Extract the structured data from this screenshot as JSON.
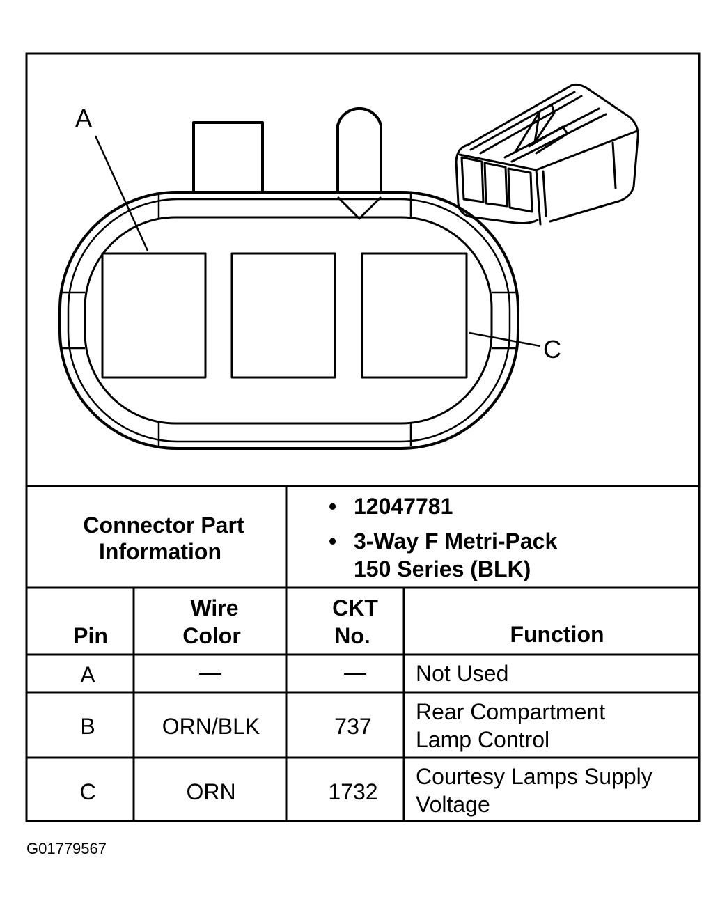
{
  "diagram": {
    "callout_a": "A",
    "callout_c": "C"
  },
  "part_info": {
    "label_line1": "Connector Part",
    "label_line2": "Information",
    "bullet": "•",
    "part_number": "12047781",
    "description_line1": "3-Way F Metri-Pack",
    "description_line2": "150 Series (BLK)"
  },
  "table": {
    "headers": {
      "pin": "Pin",
      "wire_color_line1": "Wire",
      "wire_color_line2": "Color",
      "ckt_line1": "CKT",
      "ckt_line2": "No.",
      "function": "Function"
    },
    "rows": [
      {
        "pin": "A",
        "wire_color": "—",
        "ckt": "—",
        "function_line1": "Not Used",
        "function_line2": ""
      },
      {
        "pin": "B",
        "wire_color": "ORN/BLK",
        "ckt": "737",
        "function_line1": "Rear Compartment",
        "function_line2": "Lamp Control"
      },
      {
        "pin": "C",
        "wire_color": "ORN",
        "ckt": "1732",
        "function_line1": "Courtesy Lamps Supply",
        "function_line2": "Voltage"
      }
    ]
  },
  "figure_id": "G01779567"
}
